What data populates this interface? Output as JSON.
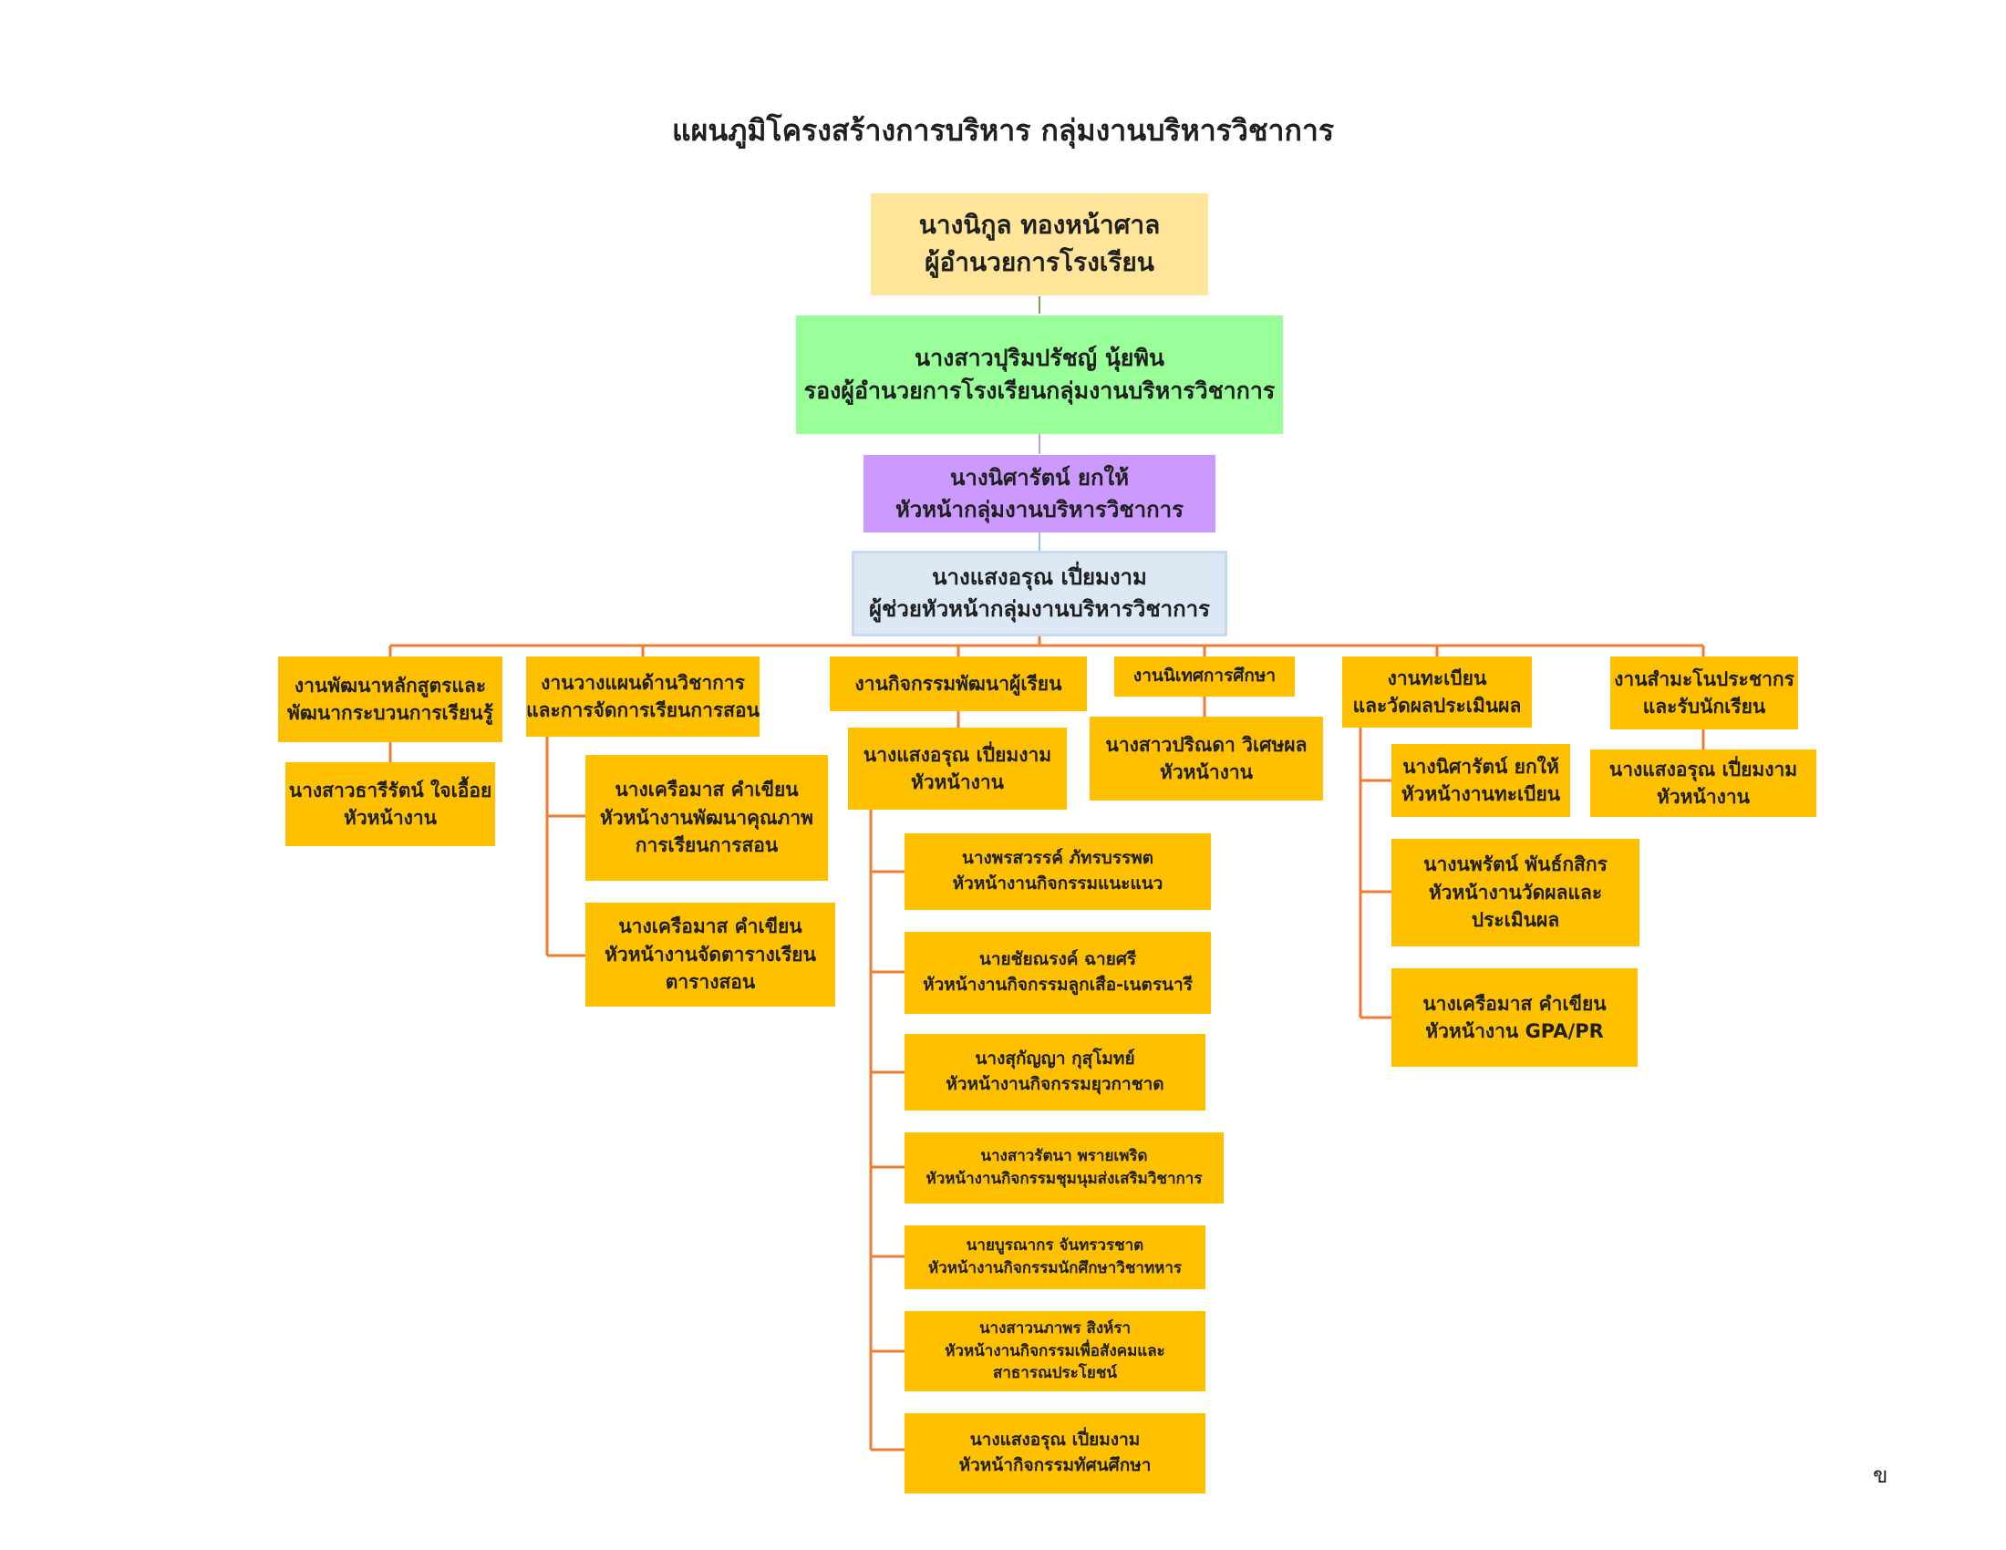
{
  "title": "แผนภูมิโครงสร้างการบริหาร กลุ่มงานบริหารวิชาการ",
  "director": {
    "name": "นางนิกูล  ทองหน้าศาล",
    "role": "ผู้อำนวยการโรงเรียน"
  },
  "deputy": {
    "name": "นางสาวปุริมปรัชญ์  นุ้ยพิน",
    "role": "รองผู้อำนวยการโรงเรียนกลุ่มงานบริหารวิชาการ"
  },
  "group_head": {
    "name": "นางนิศารัตน์  ยกให้",
    "role": "หัวหน้ากลุ่มงานบริหารวิชาการ"
  },
  "assistant": {
    "name": "นางแสงอรุณ  เปี่ยมงาม",
    "role": "ผู้ช่วยหัวหน้ากลุ่มงานบริหารวิชาการ"
  },
  "departments": [
    {
      "lines": [
        "งานพัฒนาหลักสูตรและ",
        "พัฒนากระบวนการเรียนรู้"
      ],
      "head": [
        "นางสาวธารีรัตน์  ใจเอื้อย",
        "หัวหน้างาน"
      ]
    },
    {
      "lines": [
        "งานวางแผนด้านวิชาการ",
        "และการจัดการเรียนการสอน"
      ],
      "subs": [
        [
          "นางเครือมาส  คำเขียน",
          "หัวหน้างานพัฒนาคุณภาพ",
          "การเรียนการสอน"
        ],
        [
          "นางเครือมาส  คำเขียน",
          "หัวหน้างานจัดตารางเรียน",
          "ตารางสอน"
        ]
      ]
    },
    {
      "lines": [
        "งานกิจกรรมพัฒนาผู้เรียน"
      ],
      "head": [
        "นางแสงอรุณ  เปี่ยมงาม",
        "หัวหน้างาน"
      ],
      "subs": [
        [
          "นางพรสวรรค์  ภัทรบรรพต",
          "หัวหน้างานกิจกรรมแนะแนว"
        ],
        [
          "นายชัยณรงค์  ฉายศรี",
          "หัวหน้างานกิจกรรมลูกเสือ-เนตรนารี"
        ],
        [
          "นางสุกัญญา  กุสุโมทย์",
          "หัวหน้างานกิจกรรมยุวกาชาด"
        ],
        [
          "นางสาวรัตนา  พรายเพริด",
          "หัวหน้างานกิจกรรมชุมนุมส่งเสริมวิชาการ"
        ],
        [
          "นายบูรณากร  จันทรวรชาต",
          "หัวหน้างานกิจกรรมนักศึกษาวิชาทหาร"
        ],
        [
          "นางสาวนภาพร  สิงห์รา",
          "หัวหน้างานกิจกรรมเพื่อสังคมและ",
          "สาธารณประโยชน์"
        ],
        [
          "นางแสงอรุณ  เปี่ยมงาม",
          "หัวหน้ากิจกรรมทัศนศึกษา"
        ]
      ]
    },
    {
      "lines": [
        "งานนิเทศการศึกษา"
      ],
      "head": [
        "นางสาวปริณดา  วิเศษผล",
        "หัวหน้างาน"
      ]
    },
    {
      "lines": [
        "งานทะเบียน",
        "และวัดผลประเมินผล"
      ],
      "subs": [
        [
          "นางนิศารัตน์  ยกให้",
          "หัวหน้างานทะเบียน"
        ],
        [
          "นางนพรัตน์  พันธ์กสิกร",
          "หัวหน้างานวัดผลและ",
          "ประเมินผล"
        ],
        [
          "นางเครือมาส  คำเขียน",
          "หัวหน้างาน GPA/PR"
        ]
      ]
    },
    {
      "lines": [
        "งานสำมะโนประชากร",
        "และรับนักเรียน"
      ],
      "head": [
        "นางแสงอรุณ  เปี่ยมงาม",
        "หัวหน้างาน"
      ]
    }
  ],
  "page_letter": "ข",
  "colors": {
    "director": "#ffe599",
    "deputy": "#99ff99",
    "group_head": "#cc99ff",
    "assistant": "#dde8f5",
    "unit": "#ffc000",
    "connector": "#ed7d31"
  }
}
